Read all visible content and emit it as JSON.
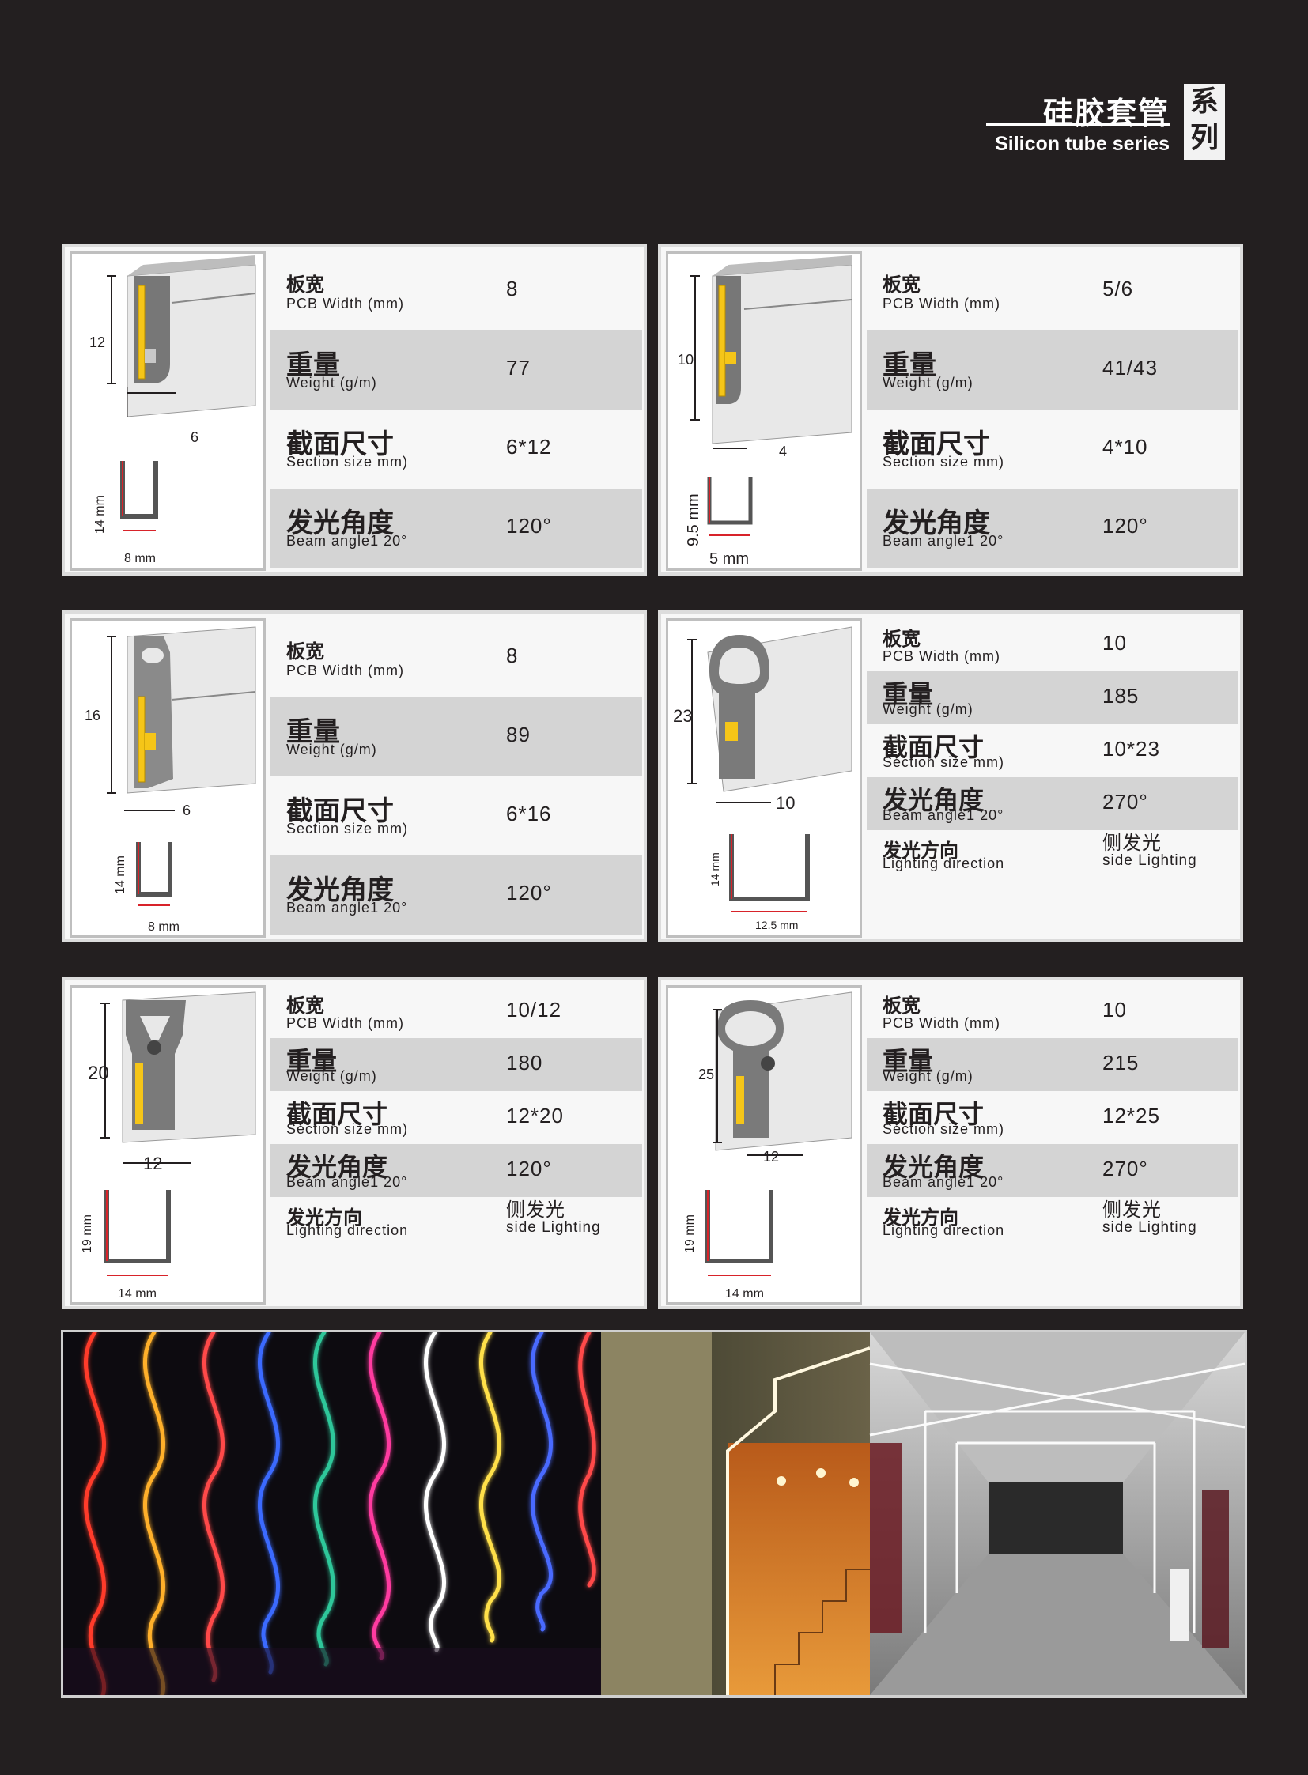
{
  "header": {
    "title_cn": "硅胶套管",
    "title_en": "Silicon tube series",
    "badge_1": "系",
    "badge_2": "列"
  },
  "labels": {
    "pcb_cn": "板宽",
    "pcb_en": "PCB Width (mm)",
    "weight_cn": "重量",
    "weight_en": "Weight (g/m)",
    "section_cn": "截面尺寸",
    "section_en": "Section size mm)",
    "beam_cn": "发光角度",
    "beam_en": "Beam angle1 20°",
    "dir_cn": "发光方向",
    "dir_en": "Lighting direction"
  },
  "products": [
    {
      "pcb": "8",
      "weight": "77",
      "section": "6*12",
      "beam": "120°",
      "dim_h": "12",
      "dim_w": "6",
      "cap_h": "14 mm",
      "cap_w": "8 mm"
    },
    {
      "pcb": "5/6",
      "weight": "41/43",
      "section": "4*10",
      "beam": "120°",
      "dim_h": "10",
      "dim_w": "4",
      "cap_h": "9.5 mm",
      "cap_w": "5 mm"
    },
    {
      "pcb": "8",
      "weight": "89",
      "section": "6*16",
      "beam": "120°",
      "dim_h": "16",
      "dim_w": "6",
      "cap_h": "14 mm",
      "cap_w": "8 mm"
    },
    {
      "pcb": "10",
      "weight": "185",
      "section": "10*23",
      "beam": "270°",
      "dir_cn": "侧发光",
      "dir_en": "side Lighting",
      "dim_h": "23",
      "dim_w": "10",
      "cap_h": "14 mm",
      "cap_w": "12.5 mm"
    },
    {
      "pcb": "10/12",
      "weight": "180",
      "section": "12*20",
      "beam": "120°",
      "dir_cn": "侧发光",
      "dir_en": "side Lighting",
      "dim_h": "20",
      "dim_w": "12",
      "cap_h": "19 mm",
      "cap_w": "14 mm"
    },
    {
      "pcb": "10",
      "weight": "215",
      "section": "12*25",
      "beam": "270°",
      "dir_cn": "侧发光",
      "dir_en": "side Lighting",
      "dim_h": "25",
      "dim_w": "12",
      "cap_h": "19 mm",
      "cap_w": "14 mm"
    }
  ],
  "colors": {
    "background": "#231f20",
    "card": "#f7f7f7",
    "shade": "#d4d4d4",
    "dimension_red": "#d8232a",
    "led_yellow": "#f5c518"
  }
}
